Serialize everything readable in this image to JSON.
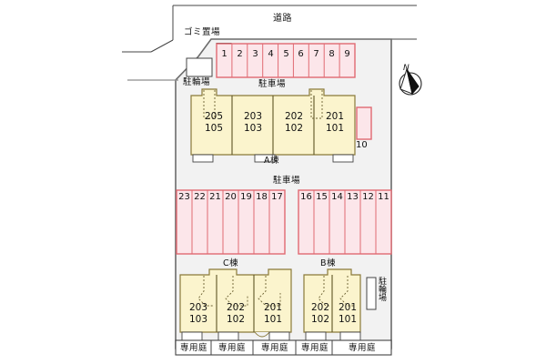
{
  "map": {
    "title_road": "道路",
    "site_bg_color": "#f2f2f2",
    "parking_fill": "#fce6ea",
    "parking_stroke": "#e06a72",
    "building_fill": "#fbf4cd",
    "building_stroke": "#8a7a3a",
    "boundary_stroke": "#6b6b6b",
    "compass_label": "N"
  },
  "labels": {
    "road": "道路",
    "gomi": "ゴミ置場",
    "chuurinjou": "駐輪場",
    "chuushajou": "駐車場",
    "senyouniwa": "専用庭",
    "building_a": "A棟",
    "building_b": "B棟",
    "building_c": "C棟"
  },
  "parking": {
    "top_row": {
      "label": "駐車場",
      "stalls": [
        "1",
        "2",
        "3",
        "4",
        "5",
        "6",
        "7",
        "8",
        "9"
      ]
    },
    "side_stall": {
      "number": "10"
    },
    "mid_left": {
      "label": "駐車場",
      "stalls": [
        "23",
        "22",
        "21",
        "20",
        "19",
        "18",
        "17"
      ]
    },
    "mid_right": {
      "stalls": [
        "16",
        "15",
        "14",
        "13",
        "12",
        "11"
      ]
    }
  },
  "buildings": {
    "a": {
      "name": "A棟",
      "units": [
        {
          "upper": "205",
          "lower": "105"
        },
        {
          "upper": "203",
          "lower": "103"
        },
        {
          "upper": "202",
          "lower": "102"
        },
        {
          "upper": "201",
          "lower": "101"
        }
      ]
    },
    "c": {
      "name": "C棟",
      "units": [
        {
          "upper": "203",
          "lower": "103"
        },
        {
          "upper": "202",
          "lower": "102"
        },
        {
          "upper": "201",
          "lower": "101"
        }
      ]
    },
    "b": {
      "name": "B棟",
      "units": [
        {
          "upper": "202",
          "lower": "102"
        },
        {
          "upper": "201",
          "lower": "101"
        }
      ]
    }
  },
  "gardens": [
    "専用庭",
    "専用庭",
    "専用庭",
    "専用庭",
    "専用庭"
  ],
  "bike_parking": {
    "top_label": "駐輪場",
    "right_label": "駐輪場"
  },
  "waste": {
    "label": "ゴミ置場"
  }
}
